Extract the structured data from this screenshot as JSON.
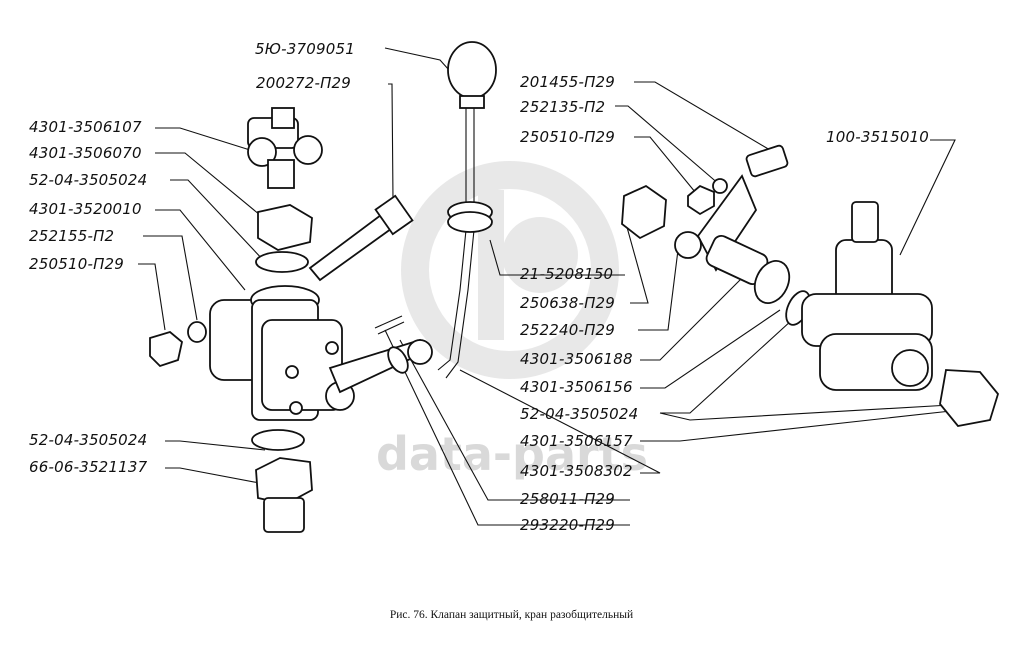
{
  "labels": {
    "l01": "5Ю-3709051",
    "l02": "200272-П29",
    "l03": "201455-П29",
    "l04": "252135-П2",
    "l05": "250510-П29",
    "l06": "100-3515010",
    "l07": "4301-3506107",
    "l08": "4301-3506070",
    "l09": "52-04-3505024",
    "l10": "4301-3520010",
    "l11": "252155-П2",
    "l12": "250510-П29",
    "l13": "21-5208150",
    "l14": "250638-П29",
    "l15": "252240-П29",
    "l16": "4301-3506188",
    "l17": "4301-3506156",
    "l18": "52-04-3505024",
    "l19": "4301-3506157",
    "l20": "4301-3508302",
    "l21": "52-04-3505024",
    "l22": "66-06-3521137",
    "l23": "258011-П29",
    "l24": "293220-П29"
  },
  "caption": "Рис. 76.  Клапан защитный, кран разобщительный",
  "watermark": "data-parts",
  "colors": {
    "ink": "#111111",
    "watermark": "#cfcfcf",
    "background": "#ffffff"
  }
}
